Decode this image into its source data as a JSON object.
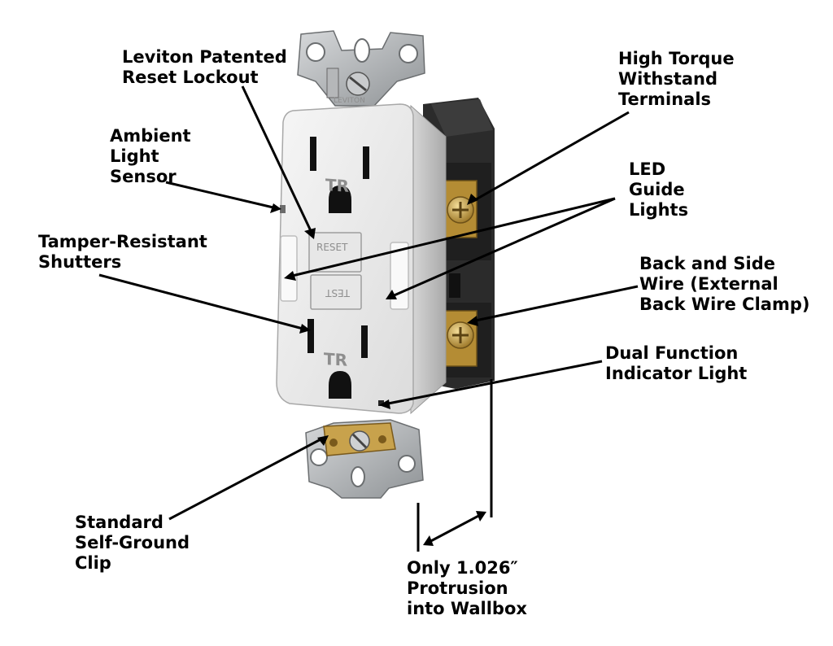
{
  "labels": {
    "reset_lockout": "Leviton Patented\nReset Lockout",
    "ambient_sensor": "Ambient\nLight\nSensor",
    "shutters": "Tamper-Resistant\nShutters",
    "ground_clip": "Standard\nSelf-Ground\nClip",
    "high_torque": "High Torque\nWithstand\nTerminals",
    "led_guide": "LED\nGuide\nLights",
    "back_side_wire": "Back and Side\nWire (External\nBack Wire Clamp)",
    "dual_function": "Dual Function\nIndicator Light",
    "protrusion": "Only 1.026″\nProtrusion\ninto Wallbox"
  },
  "device_markings": {
    "tr_top": "TR",
    "tr_bottom": "TR",
    "reset_button": "RESET",
    "test_button": "TEST",
    "brand": "LEVITON"
  },
  "colors": {
    "housing": "#eeeeee",
    "mounting_strap": "#b9bcbe",
    "brass_screw": "#c9a24a",
    "side_body": "#2b2b2b"
  }
}
